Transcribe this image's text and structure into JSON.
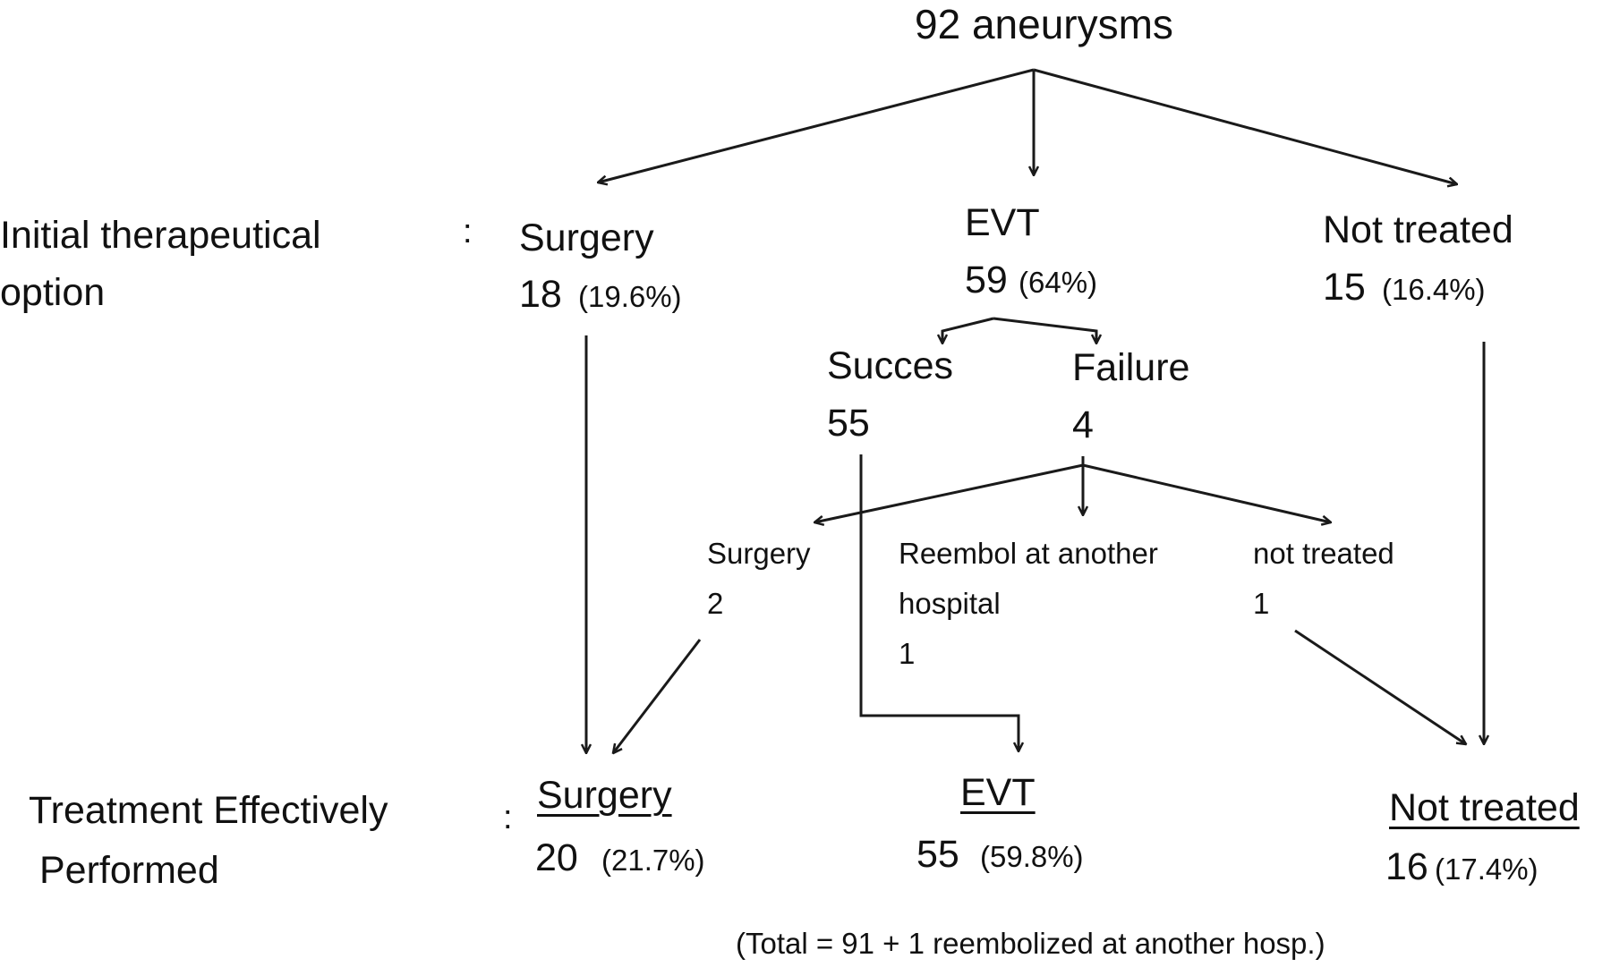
{
  "root": {
    "label": "92 aneurysms"
  },
  "rows": {
    "initial": {
      "line1": "Initial therapeutical",
      "line2": "option",
      "colon": ":"
    },
    "effective": {
      "line1": "Treatment Effectively",
      "line2": "Performed",
      "colon": ":"
    }
  },
  "initial": {
    "surgery": {
      "label": "Surgery",
      "count": "18",
      "pct": "(19.6%)"
    },
    "evt": {
      "label": "EVT",
      "count": "59",
      "pct": "(64%)"
    },
    "not_treated": {
      "label": "Not treated",
      "count": "15",
      "pct": "(16.4%)"
    }
  },
  "evt_outcome": {
    "success": {
      "label": "Succes",
      "count": "55"
    },
    "failure": {
      "label": "Failure",
      "count": "4"
    }
  },
  "failure_branch": {
    "surgery": {
      "label": "Surgery",
      "count": "2"
    },
    "reembol": {
      "line1": "Reembol at another",
      "line2": "hospital",
      "count": "1"
    },
    "not_treated": {
      "label": "not treated",
      "count": "1"
    }
  },
  "effective": {
    "surgery": {
      "label": "Surgery",
      "count": "20",
      "pct": "(21.7%)"
    },
    "evt": {
      "label": "EVT",
      "count": "55",
      "pct": "(59.8%)"
    },
    "not_treated": {
      "label": "Not treated",
      "count": "16",
      "pct": "(17.4%)"
    }
  },
  "footnote": "(Total = 91 + 1 reembolized at another hosp.)"
}
